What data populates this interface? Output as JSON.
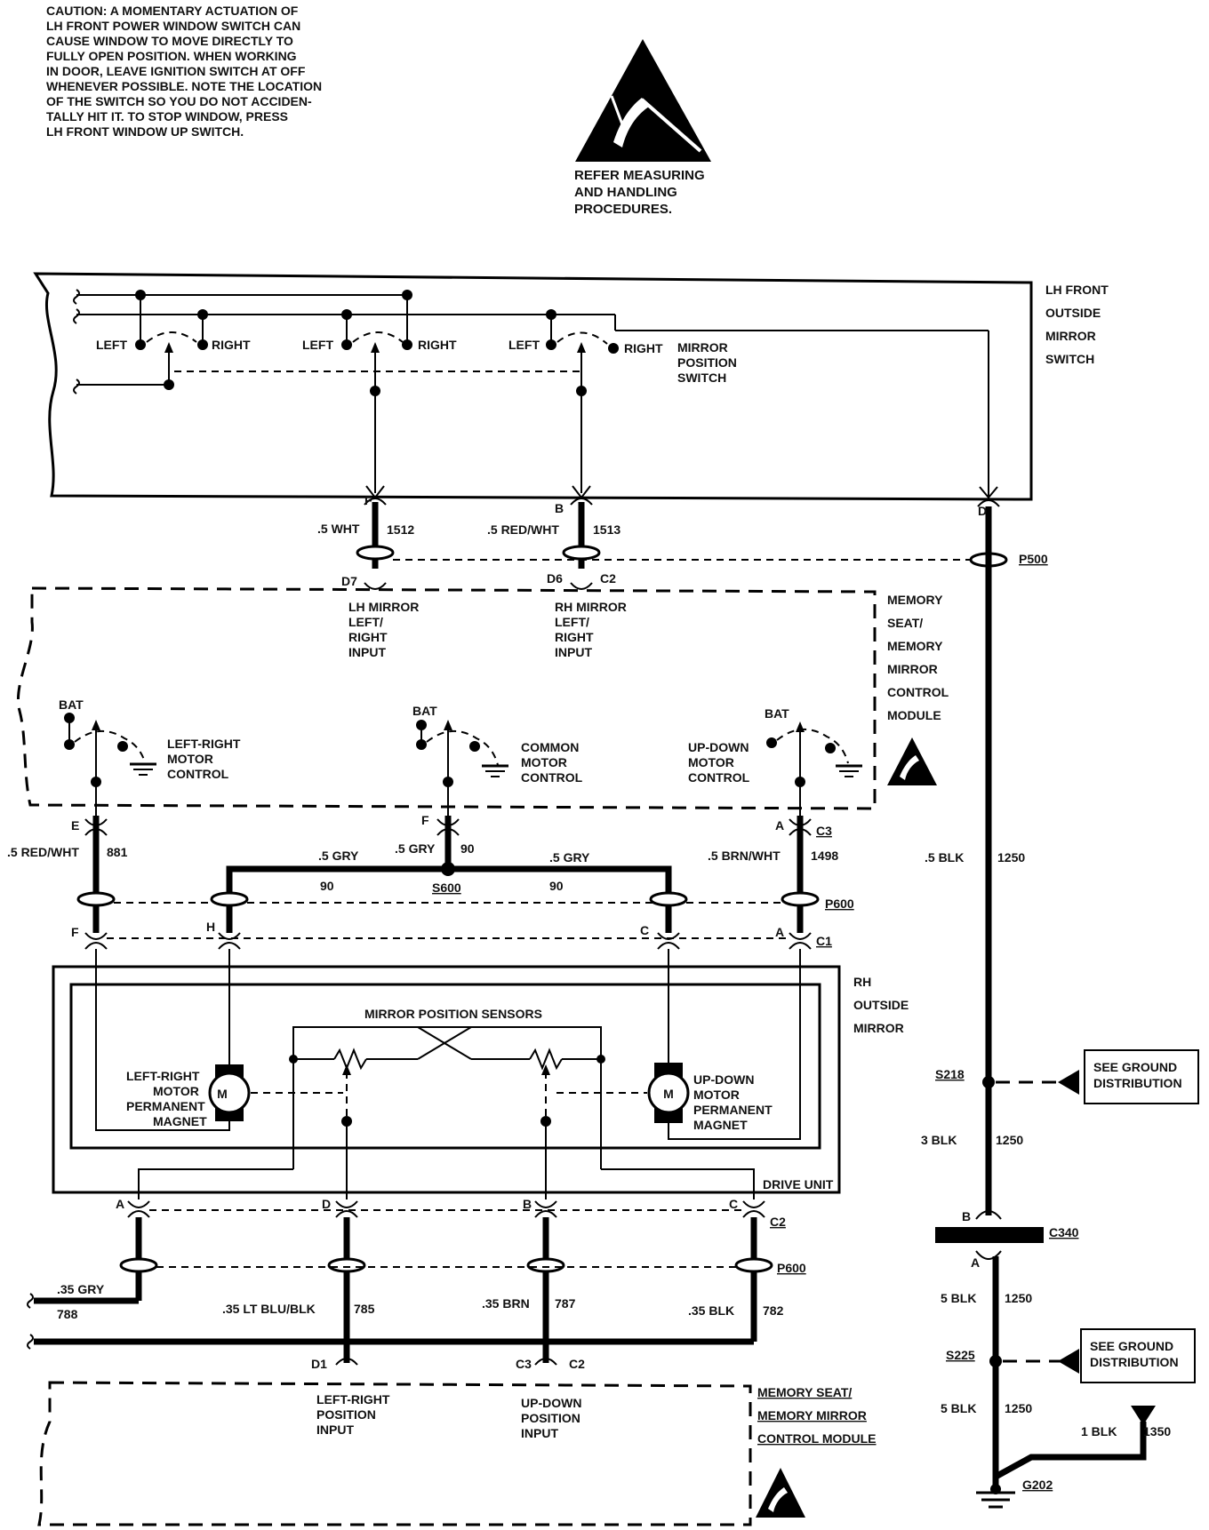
{
  "caution_lines": [
    "CAUTION:  A MOMENTARY ACTUATION OF",
    "LH FRONT POWER WINDOW SWITCH CAN",
    "CAUSE WINDOW TO MOVE DIRECTLY TO",
    "FULLY OPEN POSITION.  WHEN WORKING",
    "IN DOOR, LEAVE IGNITION SWITCH AT OFF",
    "WHENEVER POSSIBLE.  NOTE THE LOCATION",
    "OF THE SWITCH SO YOU DO NOT ACCIDEN-",
    "TALLY HIT IT.  TO STOP WINDOW, PRESS",
    "LH FRONT WINDOW UP SWITCH."
  ],
  "esd_note_lines": [
    "REFER MEASURING",
    "AND HANDLING",
    "PROCEDURES."
  ],
  "components": {
    "lh_switch": [
      "LH FRONT",
      "OUTSIDE",
      "MIRROR",
      "SWITCH"
    ],
    "mirror_position_switch": [
      "MIRROR",
      "POSITION",
      "SWITCH"
    ],
    "memory_module_top": [
      "MEMORY",
      "SEAT/",
      "MEMORY",
      "MIRROR",
      "CONTROL",
      "MODULE"
    ],
    "rh_mirror": [
      "RH",
      "OUTSIDE",
      "MIRROR"
    ],
    "memory_module_bottom": [
      "MEMORY SEAT/",
      "MEMORY MIRROR",
      "CONTROL MODULE"
    ],
    "mirror_position_sensors": "MIRROR POSITION SENSORS",
    "drive_unit": "DRIVE UNIT",
    "lr_motor": [
      "LEFT-RIGHT",
      "MOTOR",
      "PERMANENT",
      "MAGNET"
    ],
    "ud_motor": [
      "UP-DOWN",
      "MOTOR",
      "PERMANENT",
      "MAGNET"
    ],
    "motor_symbol": "M",
    "see_ground": [
      "SEE GROUND",
      "DISTRIBUTION"
    ]
  },
  "switch_labels": {
    "left": "LEFT",
    "right": "RIGHT"
  },
  "inputs": {
    "lh_mirror_input": [
      "LH MIRROR",
      "LEFT/",
      "RIGHT",
      "INPUT"
    ],
    "rh_mirror_input": [
      "RH MIRROR",
      "LEFT/",
      "RIGHT",
      "INPUT"
    ],
    "lr_position_input": [
      "LEFT-RIGHT",
      "POSITION",
      "INPUT"
    ],
    "ud_position_input": [
      "UP-DOWN",
      "POSITION",
      "INPUT"
    ]
  },
  "motor_controls": {
    "bat": "BAT",
    "left_right": [
      "LEFT-RIGHT",
      "MOTOR",
      "CONTROL"
    ],
    "common": [
      "COMMON",
      "MOTOR",
      "CONTROL"
    ],
    "up_down": [
      "UP-DOWN",
      "MOTOR",
      "CONTROL"
    ]
  },
  "connectors": {
    "p500": "P500",
    "p600": "P600",
    "c340": "C340",
    "c1": "C1",
    "c2": "C2",
    "c3": "C3",
    "s600": "S600",
    "s218": "S218",
    "s225": "S225",
    "g202": "G202"
  },
  "pins": {
    "F": "F",
    "B": "B",
    "D": "D",
    "D7": "D7",
    "D6": "D6",
    "E": "E",
    "A": "A",
    "H": "H",
    "C": "C",
    "D1": "D1",
    "C3": "C3"
  },
  "wires": {
    "w1512": {
      "gauge": ".5 WHT",
      "circuit": "1512"
    },
    "w1513": {
      "gauge": ".5 RED/WHT",
      "circuit": "1513"
    },
    "w881": {
      "gauge": ".5 RED/WHT",
      "circuit": "881"
    },
    "w90": {
      "gauge": ".5 GRY",
      "circuit": "90"
    },
    "w1498": {
      "gauge": ".5 BRN/WHT",
      "circuit": "1498"
    },
    "w1250a": {
      "gauge": ".5 BLK",
      "circuit": "1250"
    },
    "w1250b": {
      "gauge": "3 BLK",
      "circuit": "1250"
    },
    "w1250c": {
      "gauge": "5 BLK",
      "circuit": "1250"
    },
    "w1250d": {
      "gauge": "5 BLK",
      "circuit": "1250"
    },
    "w1350": {
      "gauge": "1 BLK",
      "circuit": "1350"
    },
    "w788": {
      "gauge": ".35 GRY",
      "circuit": "788"
    },
    "w785": {
      "gauge": ".35 LT BLU/BLK",
      "circuit": "785"
    },
    "w787": {
      "gauge": ".35 BRN",
      "circuit": "787"
    },
    "w782": {
      "gauge": ".35 BLK",
      "circuit": "782"
    }
  }
}
